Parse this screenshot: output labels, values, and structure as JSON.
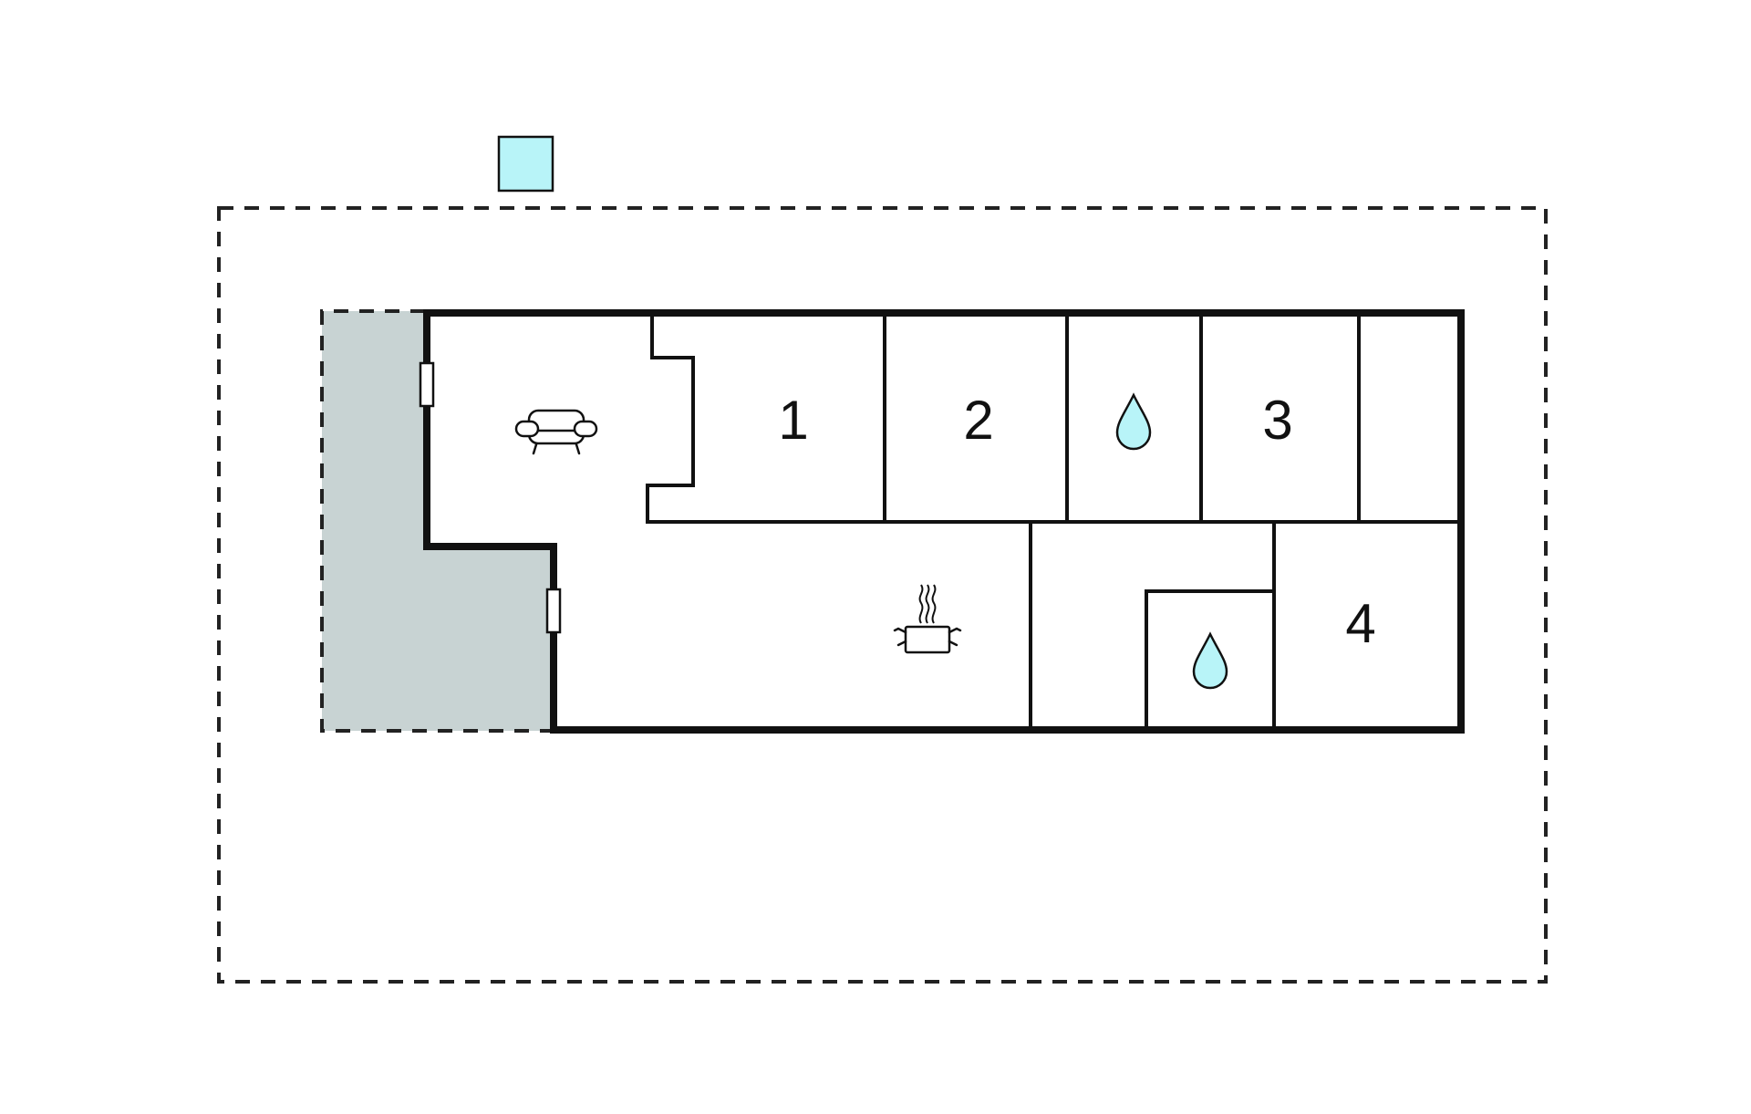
{
  "floor_plan": {
    "colors": {
      "plot": "#e8eeee",
      "terrace": "#c8d3d3",
      "pool": "#b8f4f8",
      "water": "#b8f4f8",
      "wall": "#111111",
      "room": "#ffffff"
    },
    "rooms": [
      {
        "key": "bedroom_1",
        "label": "1"
      },
      {
        "key": "bedroom_2",
        "label": "2"
      },
      {
        "key": "bedroom_3",
        "label": "3"
      },
      {
        "key": "bedroom_4",
        "label": "4"
      }
    ],
    "icons": [
      {
        "key": "living_room",
        "icon": "sofa-icon"
      },
      {
        "key": "kitchen",
        "icon": "cooking-pot-icon"
      },
      {
        "key": "bathroom_upper",
        "icon": "water-drop-icon"
      },
      {
        "key": "bathroom_lower",
        "icon": "water-drop-icon"
      },
      {
        "key": "pool",
        "icon": "pool-square"
      }
    ]
  }
}
